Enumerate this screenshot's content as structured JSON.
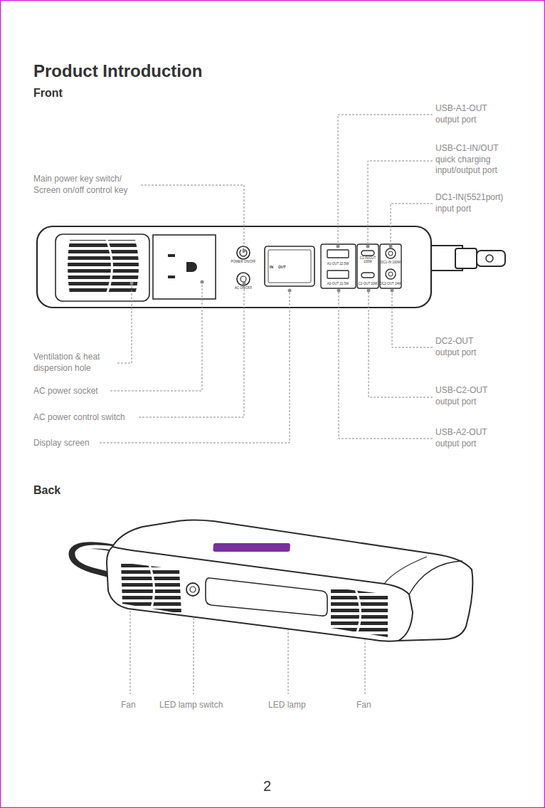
{
  "diagram": {
    "title": "Product Introduction",
    "labels": [
      "Front",
      "USB-A1-OUT output port",
      "USB-C1-IN/OUT quick charging input/output port",
      "Main power key switch/ Screen on/off control key",
      "DC1-IN(5521port) input port",
      "POWER ON/OFF",
      "AC ON/OFF",
      "IN",
      "OUT",
      "A1-OUT 22.5W",
      "A2-OUT 22.5W",
      "C1-IN/OUT 100W",
      "C2-OUT 20W",
      "DC1-IN 100W",
      "DC2-OUT 24W",
      "DC2-OUT output port",
      "Ventilation & heat dispersion hole",
      "AC power socket",
      "USB-C2-OUT output port",
      "AC power control switch",
      "USB-A2-OUT output port",
      "Display screen",
      "Back",
      "Fan",
      "LED lamp switch",
      "LED lamp",
      "Fan",
      "2"
    ]
  }
}
